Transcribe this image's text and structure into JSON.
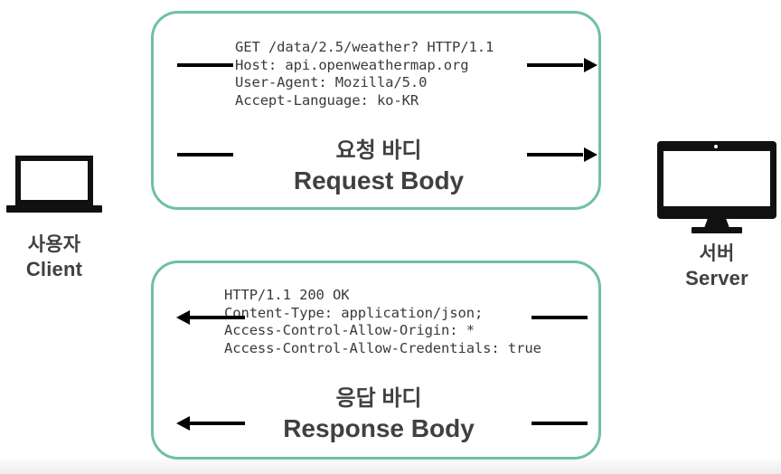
{
  "diagram": {
    "title": "HTTP Request and Response Flow",
    "accent_color": "#6FBFA8",
    "text_color": "#404040",
    "mono_color": "#3a3a3a",
    "background": "#ffffff"
  },
  "client": {
    "icon": "laptop-icon",
    "label_ko": "사용자",
    "label_en": "Client"
  },
  "server": {
    "icon": "monitor-icon",
    "label_ko": "서버",
    "label_en": "Server"
  },
  "request": {
    "headers": "GET /data/2.5/weather? HTTP/1.1\nHost: api.openweathermap.org\nUser-Agent: Mozilla/5.0\nAccept-Language: ko-KR",
    "body_label_ko": "요청 바디",
    "body_label_en": "Request Body"
  },
  "response": {
    "headers": "HTTP/1.1 200 OK\nContent-Type: application/json;\nAccess-Control-Allow-Origin: *\nAccess-Control-Allow-Credentials: true",
    "body_label_ko": "응답 바디",
    "body_label_en": "Response Body"
  },
  "connectors": {
    "request_headers_direction": "right",
    "request_body_direction": "right",
    "response_headers_direction": "left",
    "response_body_direction": "left"
  }
}
